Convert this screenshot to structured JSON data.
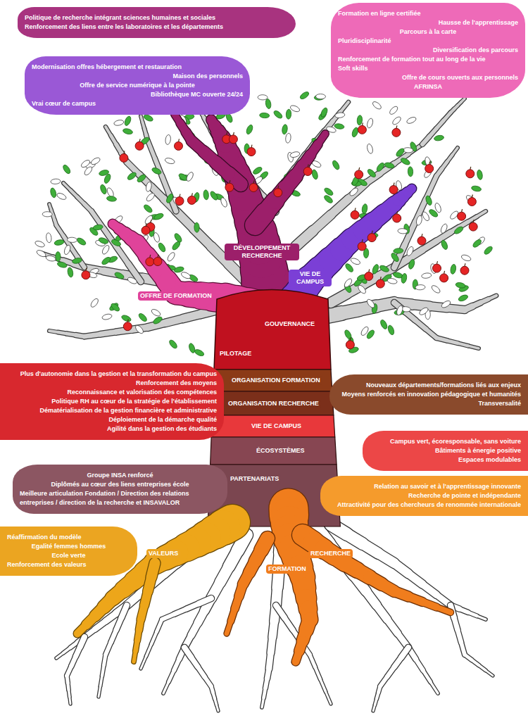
{
  "diagram": {
    "nodes": [
      {
        "text": [
          "Politique de recherche intégrant sciences humaines et sociales",
          "Renforcement des liens entre les laboratoires et les départements"
        ]
      },
      {
        "text": [
          "Formation en ligne certifiée",
          "Hausse de l'apprentissage",
          "Parcours à la carte",
          "Pluridisciplinarité",
          "Diversification des parcours",
          "Renforcement de formation tout au long de la vie",
          "Soft skills",
          "Offre de cours ouverts aux personnels",
          "AFRINSA"
        ]
      },
      {
        "text": [
          "Modernisation offres hébergement et restauration",
          "Maison des personnels",
          "Offre de service numérique à la pointe",
          "Bibliothèque MC ouverte 24/24",
          "Vrai cœur de campus"
        ]
      },
      {
        "text": [
          "Plus d'autonomie dans la gestion et la transformation du campus",
          "Renforcement des moyens",
          "Reconnaissance et valorisation des compétences",
          "Politique RH au cœur de la stratégie de l'établissement",
          "Dématérialisation de la gestion financière et administrative",
          "Déploiement de la démarche qualité",
          "Agilité dans la gestion des étudiants"
        ]
      },
      {
        "text": [
          "Nouveaux départements/formations liés aux enjeux",
          "Moyens renforcés en innovation pédagogique et humanités",
          "Transversalité"
        ]
      },
      {
        "text": [
          "Campus vert, écoresponsable, sans voiture",
          "Bâtiments à énergie positive",
          "Espaces modulables"
        ]
      },
      {
        "text": [
          "Groupe INSA renforcé",
          "Diplômés au cœur des liens entreprises école",
          "Meilleure articulation Fondation / Direction des relations entreprises / direction de la recherche et INSAVALOR"
        ]
      },
      {
        "text": [
          "Relation au savoir et à l'apprentissage innovante",
          "Recherche de pointe et indépendante",
          "Attractivité pour des chercheurs de renommée internationale"
        ]
      },
      {
        "text": [
          "Réaffirmation du modèle",
          "Egalité femmes hommes",
          "Ecole verte",
          "Renforcement des valeurs"
        ]
      }
    ],
    "labels": [
      "DÉVELOPPEMENT RECHERCHE",
      "VIE DE CAMPUS",
      "OFFRE DE FORMATION",
      "GOUVERNANCE",
      "PILOTAGE",
      "ORGANISATION FORMATION",
      "ORGANISATION RECHERCHE",
      "VIE DE CAMPUS",
      "ÉCOSYSTÈMES",
      "PARTENARIATS",
      "VALEURS",
      "RECHERCHE",
      "FORMATION"
    ]
  }
}
